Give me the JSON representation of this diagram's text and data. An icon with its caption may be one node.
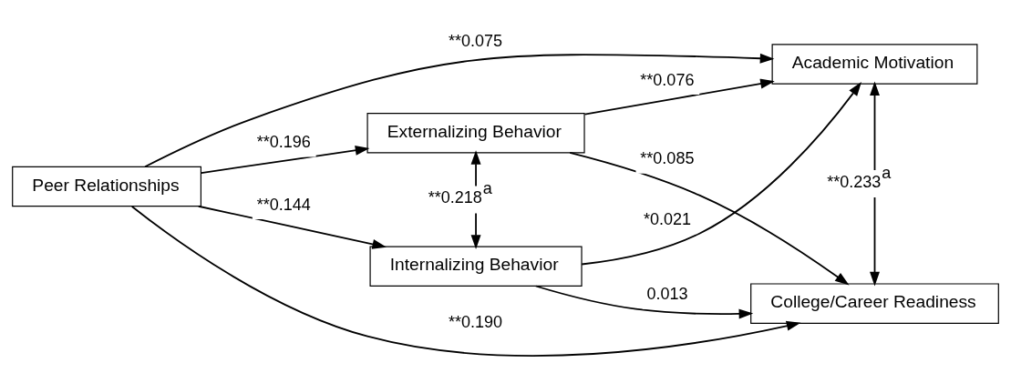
{
  "diagram": {
    "nodes": [
      {
        "text": [
          "Peer Relationships"
        ]
      },
      {
        "text": [
          "Internalizing Behavior"
        ]
      },
      {
        "text": [
          "Externalizing Behavior"
        ]
      },
      {
        "text": [
          "Academic Motivation"
        ]
      },
      {
        "text": [
          "College/Career Readiness"
        ]
      }
    ],
    "edges": [
      {
        "from": 0,
        "to": 1,
        "arrow": "to",
        "label": "**0.144"
      },
      {
        "from": 0,
        "to": 2,
        "arrow": "to",
        "label": "**0.196"
      },
      {
        "from": 0,
        "to": 3,
        "arrow": "to",
        "label": "**0.075"
      },
      {
        "from": 0,
        "to": 4,
        "arrow": "to",
        "label": "**0.190"
      },
      {
        "from": 1,
        "to": 3,
        "arrow": "to",
        "label": "*0.021"
      },
      {
        "from": 1,
        "to": 4,
        "arrow": "to",
        "label": "0.013"
      },
      {
        "from": 2,
        "to": 3,
        "arrow": "to",
        "label": "**0.076"
      },
      {
        "from": 2,
        "to": 4,
        "arrow": "to",
        "label": "**0.085"
      },
      {
        "from": 1,
        "to": 2,
        "arrow": "both",
        "label": "**0.218$^{a}$"
      },
      {
        "from": 3,
        "to": 4,
        "arrow": "both",
        "label": "**0.233$^{a}$"
      }
    ]
  }
}
